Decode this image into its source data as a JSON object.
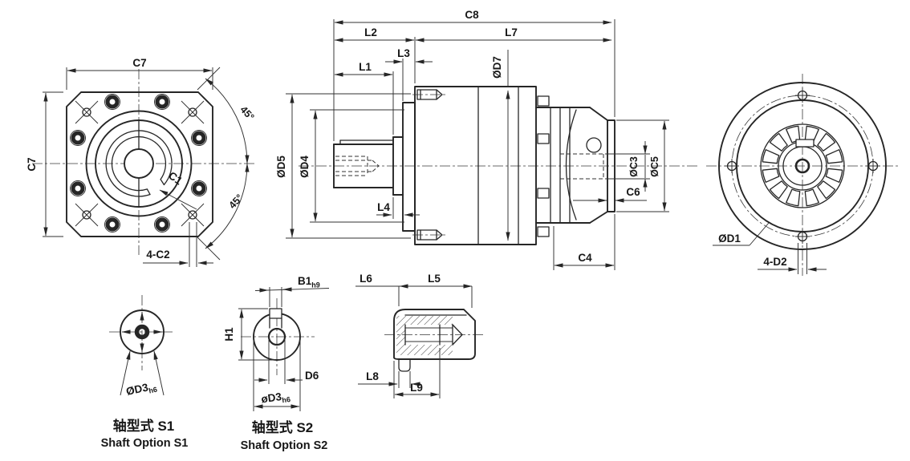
{
  "colors": {
    "line": "#262626",
    "text": "#171717",
    "background": "#ffffff"
  },
  "drawing_labels": {
    "front": {
      "width_top": "C7",
      "height_left": "C7",
      "ring_dim": "C1",
      "angle_upper": "45°",
      "angle_lower": "45°",
      "corner_holes": "4-C2"
    },
    "side": {
      "overall": "C8",
      "front_section": "L2",
      "rear_section": "L7",
      "flange_thickness": "L3",
      "shaft_length": "L1",
      "boss_length": "L4",
      "housing_dia": "ØD7",
      "flange_dia": "ØD5",
      "pilot_dia": "ØD4",
      "motor_pilot_dia": "ØC3",
      "motor_flange_dia": "ØC5",
      "coupling_depth": "C6",
      "adapter_length": "C4"
    },
    "rear": {
      "bolt_circle_dia": "ØD1",
      "mounting_holes": "4-D2"
    },
    "s1": {
      "shaft_dia": "ØD3",
      "shaft_dia_tol": "h6",
      "title_cn": "轴型式 S1",
      "title_en": "Shaft Option S1"
    },
    "s2": {
      "key_width": "B1",
      "key_width_tol": "h9",
      "key_height": "H1",
      "bore_dia": "D6",
      "shaft_dia": "øD3",
      "shaft_dia_tol": "h6",
      "title_cn": "轴型式 S2",
      "title_en": "Shaft Option S2"
    },
    "key_detail": {
      "offset": "L6",
      "key_length": "L5",
      "end_width": "L8",
      "thread_length": "L9"
    }
  }
}
